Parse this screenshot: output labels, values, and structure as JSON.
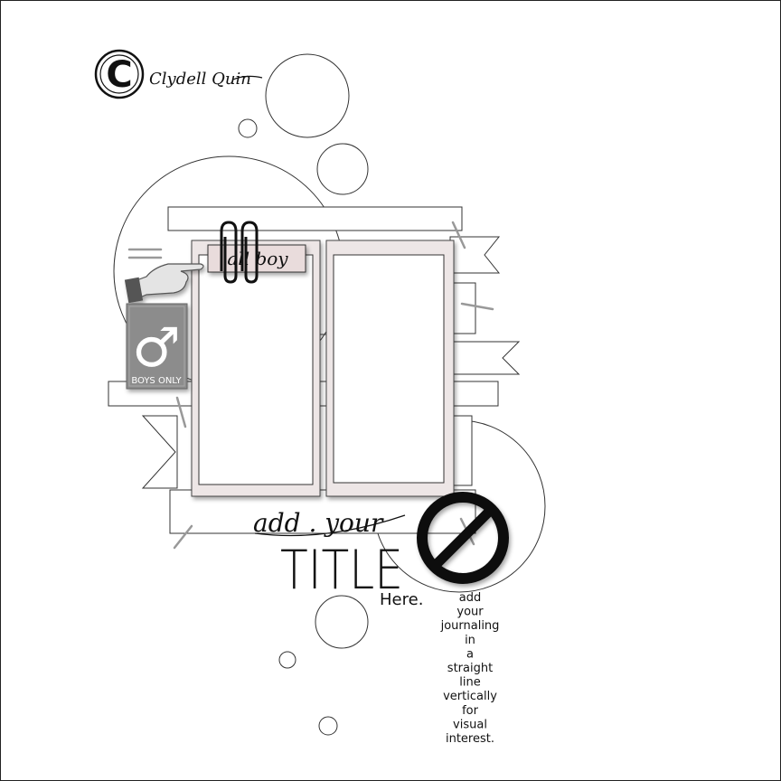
{
  "signature": {
    "text": "Clydell Quin"
  },
  "tag": {
    "text": "all boy"
  },
  "badge": {
    "symbol": "♂",
    "text": "BOYS ONLY",
    "color": "#8c8c8c"
  },
  "title": {
    "line1": "add . your",
    "line2": "TITLE",
    "line3": "Here."
  },
  "journaling": {
    "lines": [
      "add",
      "your",
      "journaling",
      "in",
      "a",
      "straight",
      "line",
      "vertically",
      "for",
      "visual",
      "interest."
    ]
  },
  "colors": {
    "frame_fill": "#ede6e6",
    "tag_fill": "#e9dcdc",
    "outline": "#333333",
    "badge_gray": "#8c8c8c",
    "no_sign": "#111111"
  }
}
